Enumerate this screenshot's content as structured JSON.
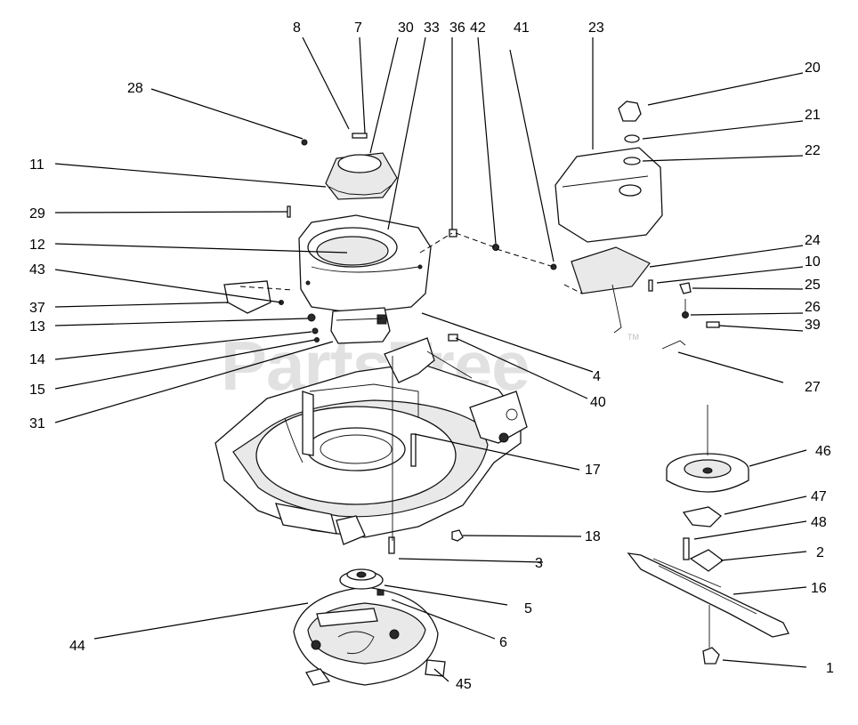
{
  "watermark": {
    "text": "PartsTree",
    "tm": "TM"
  },
  "callouts": [
    {
      "id": "8",
      "label": "8"
    },
    {
      "id": "7",
      "label": "7"
    },
    {
      "id": "30",
      "label": "30"
    },
    {
      "id": "33",
      "label": "33"
    },
    {
      "id": "36",
      "label": "36"
    },
    {
      "id": "42",
      "label": "42"
    },
    {
      "id": "41",
      "label": "41"
    },
    {
      "id": "23",
      "label": "23"
    },
    {
      "id": "20",
      "label": "20"
    },
    {
      "id": "28",
      "label": "28"
    },
    {
      "id": "21",
      "label": "21"
    },
    {
      "id": "22",
      "label": "22"
    },
    {
      "id": "11",
      "label": "11"
    },
    {
      "id": "29",
      "label": "29"
    },
    {
      "id": "12",
      "label": "12"
    },
    {
      "id": "24",
      "label": "24"
    },
    {
      "id": "10",
      "label": "10"
    },
    {
      "id": "43",
      "label": "43"
    },
    {
      "id": "25",
      "label": "25"
    },
    {
      "id": "37",
      "label": "37"
    },
    {
      "id": "26",
      "label": "26"
    },
    {
      "id": "13",
      "label": "13"
    },
    {
      "id": "39",
      "label": "39"
    },
    {
      "id": "14",
      "label": "14"
    },
    {
      "id": "4",
      "label": "4"
    },
    {
      "id": "15",
      "label": "15"
    },
    {
      "id": "27",
      "label": "27"
    },
    {
      "id": "40",
      "label": "40"
    },
    {
      "id": "31",
      "label": "31"
    },
    {
      "id": "46",
      "label": "46"
    },
    {
      "id": "17",
      "label": "17"
    },
    {
      "id": "47",
      "label": "47"
    },
    {
      "id": "48",
      "label": "48"
    },
    {
      "id": "18",
      "label": "18"
    },
    {
      "id": "2",
      "label": "2"
    },
    {
      "id": "3",
      "label": "3"
    },
    {
      "id": "16",
      "label": "16"
    },
    {
      "id": "5",
      "label": "5"
    },
    {
      "id": "44",
      "label": "44"
    },
    {
      "id": "6",
      "label": "6"
    },
    {
      "id": "45",
      "label": "45"
    },
    {
      "id": "1",
      "label": "1"
    }
  ]
}
